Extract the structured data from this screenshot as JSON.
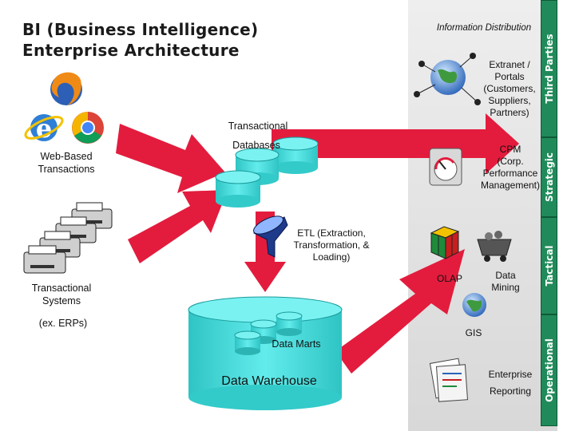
{
  "title": {
    "line1": "BI (Business Intelligence)",
    "line2": "Enterprise Architecture"
  },
  "left": {
    "web_based_line1": "Web-Based",
    "web_based_line2": "Transactions",
    "transactional_systems_line1": "Transactional",
    "transactional_systems_line2": "Systems",
    "erps": "(ex. ERPs)"
  },
  "center": {
    "transactional": "Transactional",
    "databases": "Databases",
    "etl_line1": "ETL (Extraction,",
    "etl_line2": "Transformation, &",
    "etl_line3": "Loading)",
    "data_marts": "Data Marts",
    "data_warehouse": "Data Warehouse"
  },
  "right": {
    "header": "Information Distribution",
    "extranet_lines": [
      "Extranet /",
      "Portals",
      "(Customers,",
      "Suppliers,",
      "Partners)"
    ],
    "cpm_lines": [
      "CPM",
      "(Corp.",
      "Performance",
      "Management)"
    ],
    "olap": "OLAP",
    "data_mining_line1": "Data",
    "data_mining_line2": "Mining",
    "gis": "GIS",
    "enterprise": "Enterprise",
    "reporting": "Reporting"
  },
  "bands": {
    "third_parties": "Third Parties",
    "strategic": "Strategic",
    "tactical": "Tactical",
    "operational": "Operational"
  },
  "colors": {
    "arrow_red": "#e31c3d",
    "band_green": "#218a5a",
    "cylinder_cyan": "#3dd8d8",
    "panel_gray": "#e2e2e2"
  }
}
